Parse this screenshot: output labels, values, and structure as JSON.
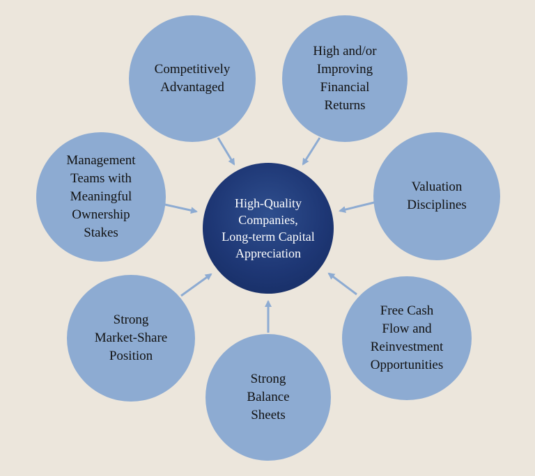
{
  "diagram": {
    "center": {
      "label": "High-Quality\nCompanies,\nLong-term Capital\nAppreciation"
    },
    "nodes": [
      {
        "id": "competitively-advantaged",
        "label": "Competitively\nAdvantaged"
      },
      {
        "id": "financial-returns",
        "label": "High and/or\nImproving\nFinancial\nReturns"
      },
      {
        "id": "valuation-disciplines",
        "label": "Valuation\nDisciplines"
      },
      {
        "id": "free-cash-flow",
        "label": "Free Cash\nFlow and\nReinvestment\nOpportunities"
      },
      {
        "id": "strong-balance-sheets",
        "label": "Strong\nBalance\nSheets"
      },
      {
        "id": "market-share-position",
        "label": "Strong\nMarket-Share\nPosition"
      },
      {
        "id": "management-teams",
        "label": "Management\nTeams with\nMeaningful\nOwnership\nStakes"
      }
    ]
  },
  "colors": {
    "background": "#ece6dc",
    "node_fill": "#8dabd2",
    "center_fill": "#1e3775",
    "arrow": "#8dabd2"
  }
}
